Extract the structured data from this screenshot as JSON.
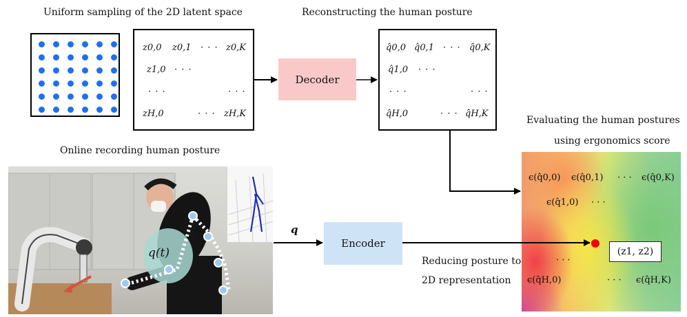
{
  "captions": {
    "sampling": "Uniform sampling of the 2D latent space",
    "reconstructing": "Reconstructing the human posture",
    "evaluating_line1": "Evaluating the human postures",
    "evaluating_line2": "using ergonomics score",
    "online": "Online recording human posture",
    "reducing_line1": "Reducing posture to",
    "reducing_line2": "2D representation"
  },
  "blocks": {
    "decoder": "Decoder",
    "encoder": "Encoder"
  },
  "latent_matrix": {
    "r0c0": "z0,0",
    "r0c1": "z0,1",
    "r0dots": "· · ·",
    "r0cK": "z0,K",
    "r1c0": "z1,0",
    "r1dots": "· · ·",
    "r2dots_left": "· · ·",
    "r2dots_right": "· · ·",
    "rHc0": "zH,0",
    "rHdots": "· · ·",
    "rHcK": "zH,K"
  },
  "posture_matrix": {
    "r0c0": "q̂0,0",
    "r0c1": "q̂0,1",
    "r0dots": "· · ·",
    "r0cK": "q̂0,K",
    "r1c0": "q̂1,0",
    "r1dots": "· · ·",
    "r2dots_left": "· · ·",
    "r2dots_right": "· · ·",
    "rHc0": "q̂H,0",
    "rHdots": "· · ·",
    "rHcK": "q̂H,K"
  },
  "score_matrix": {
    "r0c0": "ϵ(q̂0,0)",
    "r0c1": "ϵ(q̂0,1)",
    "r0dots": "· · ·",
    "r0cK": "ϵ(q̂0,K)",
    "r1c0": "ϵ(q̂1,0)",
    "r1dots": "· · ·",
    "r2dots": "· · ·",
    "rHc0": "ϵ(q̂H,0)",
    "rHdots": "· · ·",
    "rHcK": "ϵ(q̂H,K)"
  },
  "labels": {
    "q_input": "q",
    "q_of_t": "q(t)",
    "z_point": "(z1, z2)"
  },
  "colors": {
    "decoder_fill": "#f9c9c9",
    "encoder_fill": "#cfe3f7",
    "grid_dot": "#1f6ff2",
    "latent_point": "#f00000"
  }
}
